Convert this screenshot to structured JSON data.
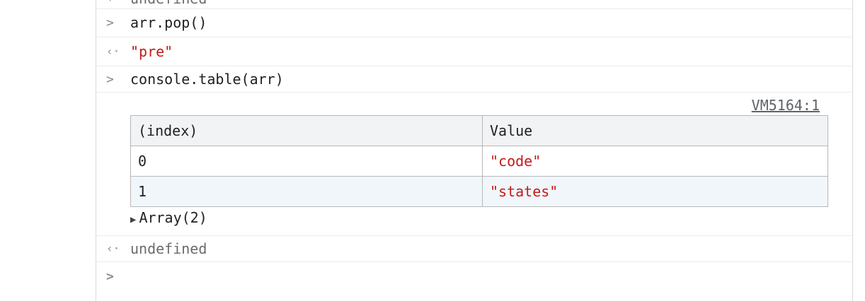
{
  "console": {
    "entries": [
      {
        "type": "return-partial",
        "prefix": "‹·",
        "value": "undefined"
      },
      {
        "type": "input",
        "prefix": ">",
        "value": "arr.pop()"
      },
      {
        "type": "return",
        "prefix": "‹·",
        "value": "\"pre\""
      },
      {
        "type": "input",
        "prefix": ">",
        "value": "console.table(arr)"
      }
    ],
    "table_output": {
      "source_link": "VM5164:1",
      "columns": [
        "(index)",
        "Value"
      ],
      "rows": [
        [
          "0",
          "\"code\""
        ],
        [
          "1",
          "\"states\""
        ]
      ],
      "tree_label": "Array(2)"
    },
    "final_return": {
      "prefix": "‹·",
      "value": "undefined"
    },
    "prompt": {
      "caret": ">"
    }
  },
  "colors": {
    "string": "#c41a16",
    "prompt_caret": "#1a73e8",
    "muted": "#6b6b6b"
  }
}
